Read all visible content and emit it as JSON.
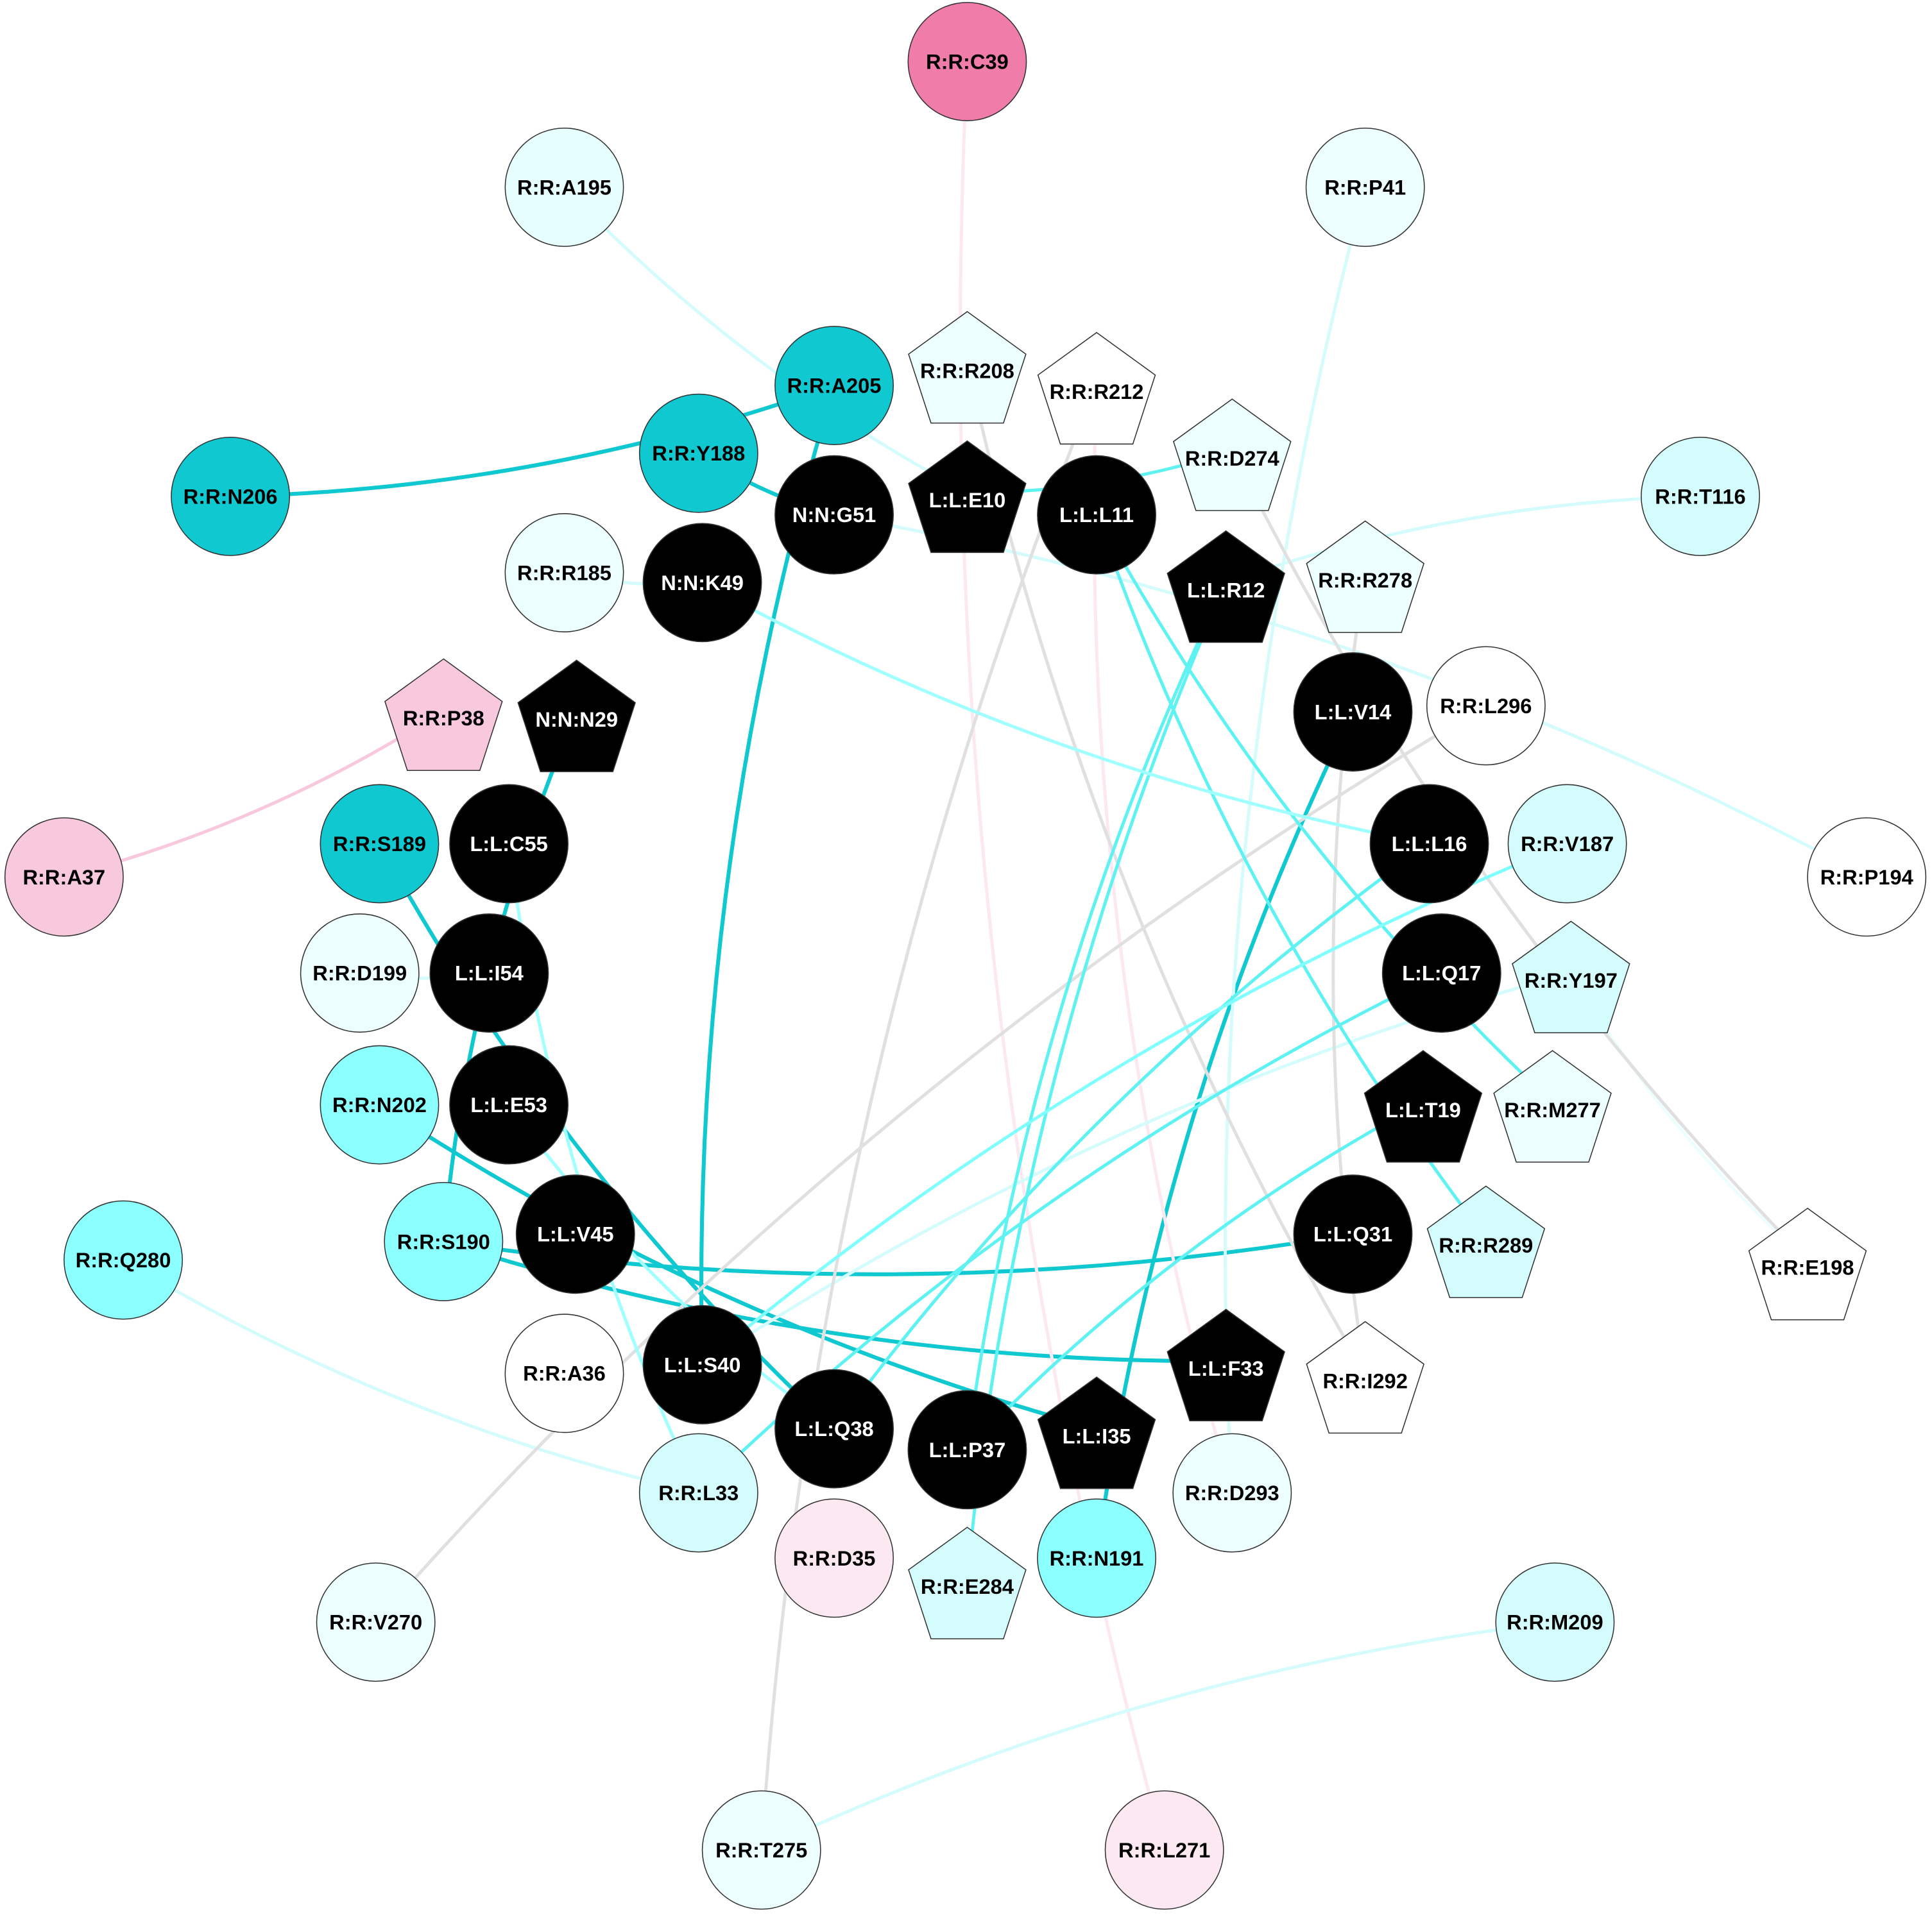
{
  "colors": {
    "black": "#000000",
    "teal": "#10c8d0",
    "cyan": "#80ffff",
    "cyan_mid": "#5ff2f2",
    "light_cyan": "#d4fcfc",
    "pale_cyan": "#eafefe",
    "white": "#ffffff",
    "pink_strong": "#f07caa",
    "pink": "#f8c8dc",
    "pink_pale": "#fbe8f0",
    "gray": "#e0e0e0"
  },
  "nodes": [
    {
      "label": "R:R:C39",
      "shape": "circle",
      "fill": "#f07caa"
    },
    {
      "label": "R:R:A195",
      "shape": "circle",
      "fill": "#e6fefe"
    },
    {
      "label": "R:R:P41",
      "shape": "circle",
      "fill": "#ecfefe"
    },
    {
      "label": "R:R:R208",
      "shape": "pentagon",
      "fill": "#ecfefe"
    },
    {
      "label": "R:R:R212",
      "shape": "pentagon",
      "fill": "#ffffff"
    },
    {
      "label": "R:R:A205",
      "shape": "circle",
      "fill": "#10c8d0"
    },
    {
      "label": "R:R:N206",
      "shape": "circle",
      "fill": "#10c8d0"
    },
    {
      "label": "R:R:Y188",
      "shape": "circle",
      "fill": "#10c8d0"
    },
    {
      "label": "R:R:D274",
      "shape": "pentagon",
      "fill": "#ecfefe"
    },
    {
      "label": "L:L:E10",
      "shape": "pentagon",
      "fill": "#000000"
    },
    {
      "label": "N:N:G51",
      "shape": "circle",
      "fill": "#000000"
    },
    {
      "label": "L:L:L11",
      "shape": "circle",
      "fill": "#000000"
    },
    {
      "label": "R:R:T116",
      "shape": "circle",
      "fill": "#d4fcfc"
    },
    {
      "label": "R:R:R185",
      "shape": "circle",
      "fill": "#ecfefe"
    },
    {
      "label": "N:N:K49",
      "shape": "circle",
      "fill": "#000000"
    },
    {
      "label": "L:L:R12",
      "shape": "pentagon",
      "fill": "#000000"
    },
    {
      "label": "R:R:R278",
      "shape": "pentagon",
      "fill": "#ecfefe"
    },
    {
      "label": "R:R:P38",
      "shape": "pentagon",
      "fill": "#f8c8dc"
    },
    {
      "label": "N:N:N29",
      "shape": "pentagon",
      "fill": "#000000"
    },
    {
      "label": "L:L:V14",
      "shape": "circle",
      "fill": "#000000"
    },
    {
      "label": "R:R:L296",
      "shape": "circle",
      "fill": "#ffffff"
    },
    {
      "label": "R:R:A37",
      "shape": "circle",
      "fill": "#f8c8dc"
    },
    {
      "label": "R:R:S189",
      "shape": "circle",
      "fill": "#10c8d0"
    },
    {
      "label": "L:L:C55",
      "shape": "circle",
      "fill": "#000000"
    },
    {
      "label": "L:L:L16",
      "shape": "circle",
      "fill": "#000000"
    },
    {
      "label": "R:R:V187",
      "shape": "circle",
      "fill": "#d4fcfc"
    },
    {
      "label": "R:R:P194",
      "shape": "circle",
      "fill": "#ffffff"
    },
    {
      "label": "R:R:D199",
      "shape": "circle",
      "fill": "#ecfefe"
    },
    {
      "label": "L:L:I54",
      "shape": "circle",
      "fill": "#000000"
    },
    {
      "label": "L:L:Q17",
      "shape": "circle",
      "fill": "#000000"
    },
    {
      "label": "R:R:Y197",
      "shape": "pentagon",
      "fill": "#d4fcfc"
    },
    {
      "label": "R:R:N202",
      "shape": "circle",
      "fill": "#8cffff"
    },
    {
      "label": "L:L:E53",
      "shape": "circle",
      "fill": "#000000"
    },
    {
      "label": "L:L:T19",
      "shape": "pentagon",
      "fill": "#000000"
    },
    {
      "label": "R:R:M277",
      "shape": "pentagon",
      "fill": "#ecfefe"
    },
    {
      "label": "R:R:Q280",
      "shape": "circle",
      "fill": "#8cffff"
    },
    {
      "label": "R:R:S190",
      "shape": "circle",
      "fill": "#8cffff"
    },
    {
      "label": "L:L:V45",
      "shape": "circle",
      "fill": "#000000"
    },
    {
      "label": "L:L:Q31",
      "shape": "circle",
      "fill": "#000000"
    },
    {
      "label": "R:R:R289",
      "shape": "pentagon",
      "fill": "#d4fcfc"
    },
    {
      "label": "R:R:E198",
      "shape": "pentagon",
      "fill": "#ffffff"
    },
    {
      "label": "R:R:A36",
      "shape": "circle",
      "fill": "#ffffff"
    },
    {
      "label": "L:L:S40",
      "shape": "circle",
      "fill": "#000000"
    },
    {
      "label": "L:L:F33",
      "shape": "pentagon",
      "fill": "#000000"
    },
    {
      "label": "R:R:I292",
      "shape": "pentagon",
      "fill": "#ffffff"
    },
    {
      "label": "L:L:Q38",
      "shape": "circle",
      "fill": "#000000"
    },
    {
      "label": "L:L:P37",
      "shape": "circle",
      "fill": "#000000"
    },
    {
      "label": "L:L:I35",
      "shape": "pentagon",
      "fill": "#000000"
    },
    {
      "label": "R:R:L33",
      "shape": "circle",
      "fill": "#d4fcfc"
    },
    {
      "label": "R:R:D293",
      "shape": "circle",
      "fill": "#ecfefe"
    },
    {
      "label": "R:R:D35",
      "shape": "circle",
      "fill": "#fbe8f0"
    },
    {
      "label": "R:R:E284",
      "shape": "pentagon",
      "fill": "#d4fcfc"
    },
    {
      "label": "R:R:N191",
      "shape": "circle",
      "fill": "#8cffff"
    },
    {
      "label": "R:R:V270",
      "shape": "circle",
      "fill": "#ecfefe"
    },
    {
      "label": "R:R:M209",
      "shape": "circle",
      "fill": "#d4fcfc"
    },
    {
      "label": "R:R:T275",
      "shape": "circle",
      "fill": "#ecfefe"
    },
    {
      "label": "R:R:L271",
      "shape": "circle",
      "fill": "#fbe8f0"
    }
  ],
  "edges": [
    [
      "R:R:N206",
      "R:R:A205",
      "#10c8d0"
    ],
    [
      "R:R:A205",
      "L:L:S40",
      "#10c8d0"
    ],
    [
      "R:R:Y188",
      "N:N:G51",
      "#10c8d0"
    ],
    [
      "R:R:S189",
      "L:L:Q38",
      "#10c8d0"
    ],
    [
      "N:N:N29",
      "R:R:S190",
      "#10c8d0"
    ],
    [
      "R:R:S190",
      "L:L:F33",
      "#10c8d0"
    ],
    [
      "R:R:N202",
      "L:L:I35",
      "#10c8d0"
    ],
    [
      "R:R:S190",
      "L:L:Q31",
      "#10c8d0"
    ],
    [
      "L:L:V14",
      "R:R:N191",
      "#10c8d0"
    ],
    [
      "R:R:A37",
      "R:R:P38",
      "#f8c8dc"
    ],
    [
      "R:R:C39",
      "R:R:L271",
      "#fbe8f0"
    ],
    [
      "R:R:R212",
      "R:R:D293",
      "#fbe8f0"
    ],
    [
      "R:R:A195",
      "L:L:E10",
      "#d4fcfc"
    ],
    [
      "R:R:P41",
      "R:R:D293",
      "#d4fcfc"
    ],
    [
      "R:R:T116",
      "L:L:R12",
      "#d4fcfc"
    ],
    [
      "R:R:P194",
      "N:N:G51",
      "#d4fcfc"
    ],
    [
      "R:R:M209",
      "R:R:T275",
      "#d4fcfc"
    ],
    [
      "R:R:Q280",
      "R:R:L33",
      "#d4fcfc"
    ],
    [
      "R:R:R185",
      "N:N:K49",
      "#d4fcfc"
    ],
    [
      "R:R:D199",
      "L:L:I54",
      "#d4fcfc"
    ],
    [
      "R:R:Y197",
      "R:R:E198",
      "#ecfefe"
    ],
    [
      "R:R:Y197",
      "L:L:S40",
      "#d4fcfc"
    ],
    [
      "R:R:R212",
      "R:R:T275",
      "#e0e0e0"
    ],
    [
      "R:R:R208",
      "R:R:I292",
      "#e0e0e0"
    ],
    [
      "R:R:L296",
      "R:R:V270",
      "#e0e0e0"
    ],
    [
      "R:R:D274",
      "R:R:E198",
      "#e0e0e0"
    ],
    [
      "R:R:R278",
      "R:R:I292",
      "#e0e0e0"
    ],
    [
      "L:L:E10",
      "R:R:D274",
      "#5ff2f2"
    ],
    [
      "L:L:R12",
      "R:R:E284",
      "#5ff2f2"
    ],
    [
      "L:L:R12",
      "L:L:P37",
      "#5ff2f2"
    ],
    [
      "L:L:L11",
      "R:R:M277",
      "#5ff2f2"
    ],
    [
      "L:L:L11",
      "R:R:R289",
      "#5ff2f2"
    ],
    [
      "L:L:Q17",
      "R:R:L33",
      "#5ff2f2"
    ],
    [
      "L:L:L16",
      "L:L:Q38",
      "#5ff2f2"
    ],
    [
      "L:L:T19",
      "L:L:P37",
      "#5ff2f2"
    ],
    [
      "R:R:V187",
      "L:L:S40",
      "#80ffff"
    ],
    [
      "L:L:E53",
      "L:L:Q38",
      "#a0ffff"
    ],
    [
      "L:L:C55",
      "R:R:L33",
      "#a0ffff"
    ],
    [
      "N:N:K49",
      "L:L:L16",
      "#a0ffff"
    ]
  ]
}
